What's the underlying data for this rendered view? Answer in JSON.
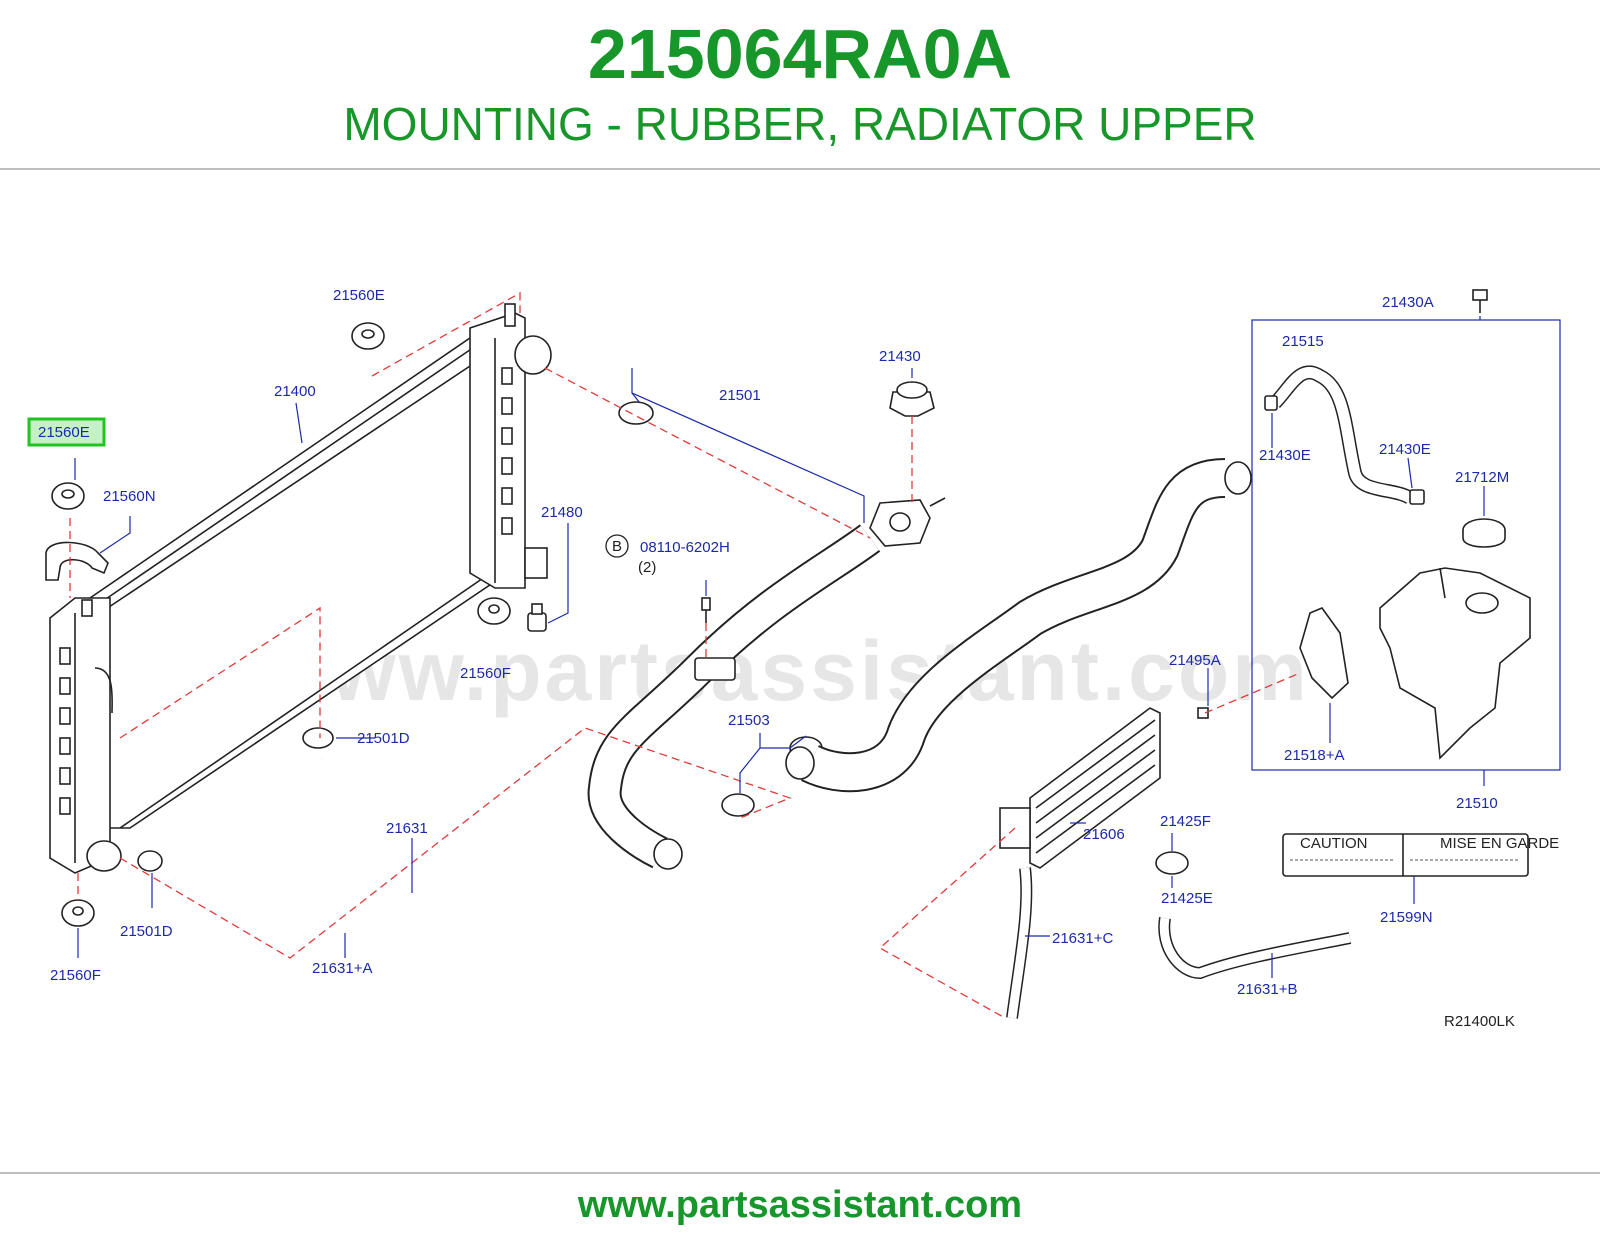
{
  "header": {
    "part_number": "215064RA0A",
    "part_description": "MOUNTING - RUBBER, RADIATOR UPPER"
  },
  "footer": {
    "url": "www.partsassistant.com"
  },
  "diagram": {
    "watermark": "www.partsassistant.com",
    "diagram_code": "R21400LK",
    "highlighted_label": "21560E",
    "labels": {
      "l_21560E_top": "21560E",
      "l_21560E_hl": "21560E",
      "l_21400": "21400",
      "l_21560N": "21560N",
      "l_21480": "21480",
      "l_21560F_mid": "21560F",
      "l_21501D_a": "21501D",
      "l_21501D_b": "21501D",
      "l_21631": "21631",
      "l_21631A": "21631+A",
      "l_21560F_bot": "21560F",
      "l_21501": "21501",
      "l_21430": "21430",
      "l_bolt_code": "08110-6202H",
      "l_bolt_qty": "(2)",
      "l_bolt_circle": "B",
      "l_21503": "21503",
      "l_21430A": "21430A",
      "l_21515": "21515",
      "l_21430E_a": "21430E",
      "l_21430E_b": "21430E",
      "l_21712M": "21712M",
      "l_21495A": "21495A",
      "l_21518A": "21518+A",
      "l_21510": "21510",
      "l_21606": "21606",
      "l_21425F": "21425F",
      "l_21425E": "21425E",
      "l_21631C": "21631+C",
      "l_21631B": "21631+B",
      "l_21599N": "21599N"
    },
    "caution_label": {
      "left_title": "CAUTION",
      "right_title": "MISE EN GARDE"
    },
    "colors": {
      "title_green": "#17962a",
      "label_blue": "#1c2aa8",
      "dashed_red": "#e03a3a",
      "highlight_green": "#1fc41f"
    }
  }
}
